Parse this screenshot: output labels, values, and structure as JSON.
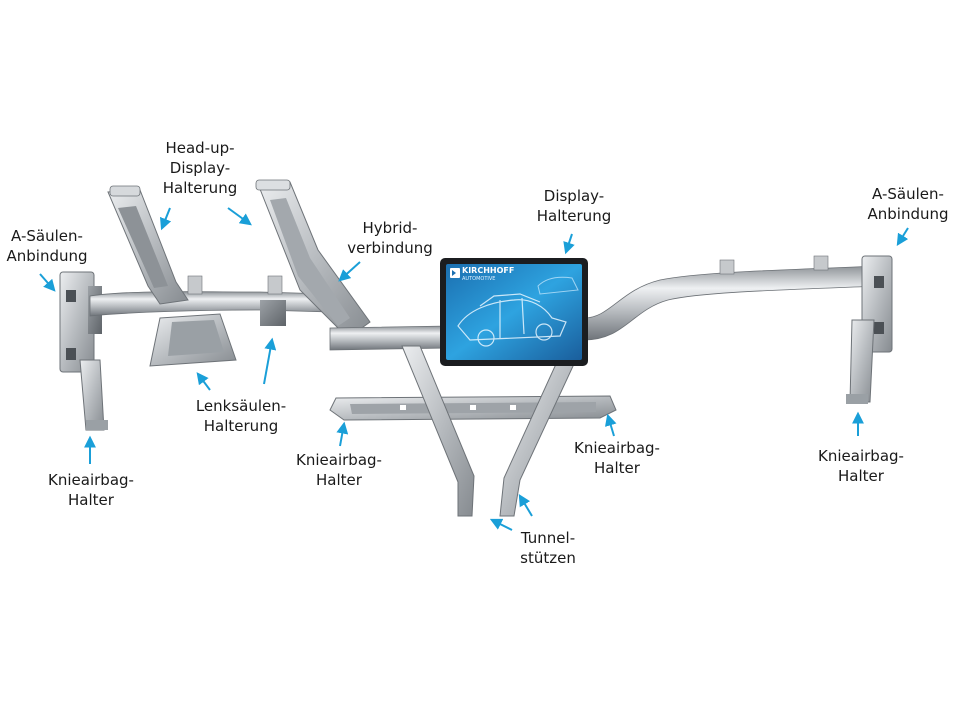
{
  "labels": {
    "a_pillar_left": "A-Säulen-\nAnbindung",
    "hud_bracket": "Head-up-\nDisplay-\nHalterung",
    "hybrid_joint": "Hybrid-\nverbindung",
    "display_bracket": "Display-\nHalterung",
    "a_pillar_right": "A-Säulen-\nAnbindung",
    "steering_column": "Lenksäulen-\nHalterung",
    "knee_airbag_left": "Knieairbag-\nHalter",
    "knee_airbag_center_left": "Knieairbag-\nHalter",
    "knee_airbag_center_right": "Knieairbag-\nHalter",
    "knee_airbag_right": "Knieairbag-\nHalter",
    "tunnel_supports": "Tunnel-\nstützen"
  },
  "screen": {
    "brand": "KIRCHHOFF",
    "subtitle": "AUTOMOTIVE"
  },
  "colors": {
    "arrow": "#1a9fd8",
    "metal_light": "#e6e8ea",
    "metal_mid": "#b5b9bd",
    "metal_dark": "#7c8186",
    "screen_bg": "#1f8fd0",
    "screen_frame": "#1b1d20"
  }
}
